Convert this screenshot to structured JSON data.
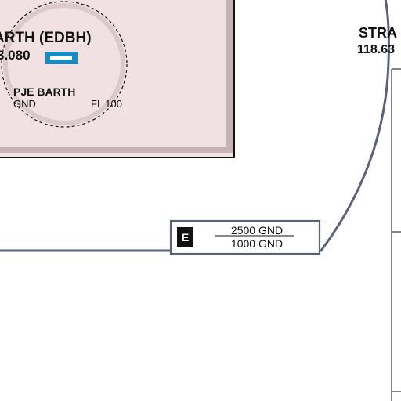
{
  "airfield": {
    "name": "ARTH (EDBH)",
    "frequency": "3.080",
    "runway_color": "#1a8ac0"
  },
  "parachute_zone": {
    "name": "PJE BARTH",
    "lower_limit": "GND",
    "upper_limit": "FL 100"
  },
  "neighbor_station": {
    "name": "STRA",
    "frequency": "118.63"
  },
  "airspace_box": {
    "class_letter": "E",
    "upper_limit": "2500 GND",
    "lower_limit": "1000 GND"
  },
  "colors": {
    "restricted_fill": "#f2e1e3",
    "restricted_border": "#111111",
    "restricted_shade": "#c9b2b5",
    "circle_inner": "#dbc9cb",
    "boundary_line": "#5a6278",
    "tick_line": "#333333"
  }
}
